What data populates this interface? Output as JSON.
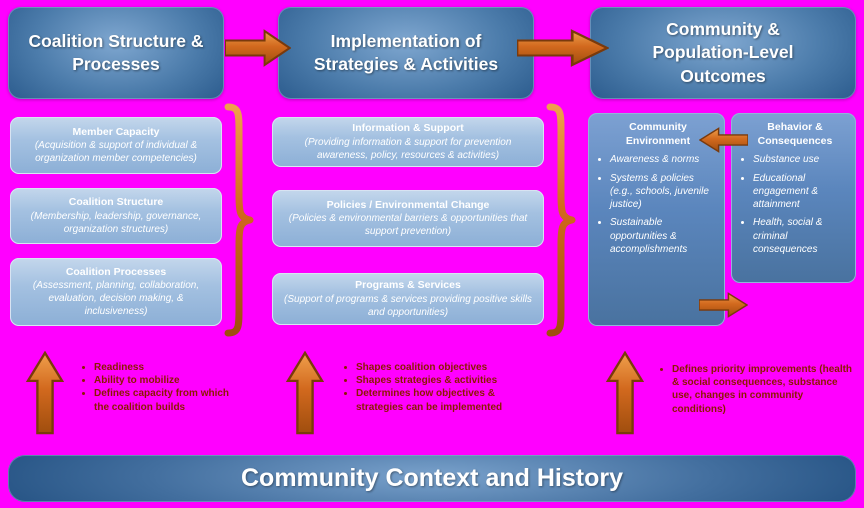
{
  "headers": [
    {
      "title": "Coalition Structure & Processes"
    },
    {
      "title": "Implementation of Strategies & Activities"
    },
    {
      "title": "Community & Population-Level Outcomes"
    }
  ],
  "structure_column": [
    {
      "title": "Member Capacity",
      "body": "(Acquisition & support of individual & organization member competencies)"
    },
    {
      "title": "Coalition Structure",
      "body": "(Membership, leadership, governance, organization structures)"
    },
    {
      "title": "Coalition Processes",
      "body": "(Assessment, planning, collaboration, evaluation, decision making, & inclusiveness)"
    }
  ],
  "implementation_column": [
    {
      "title": "Information & Support",
      "body": "(Providing information & support for prevention awareness, policy, resources & activities)"
    },
    {
      "title": "Policies / Environmental Change",
      "body": "(Policies & environmental barriers & opportunities that support prevention)"
    },
    {
      "title": "Programs & Services",
      "body": "(Support of programs & services providing positive skills and opportunities)"
    }
  ],
  "outcomes_column": {
    "community_environment": {
      "title": "Community Environment",
      "bullets": [
        "Awareness & norms",
        "Systems & policies (e.g., schools, juvenile justice)",
        "Sustainable opportunities & accomplishments"
      ]
    },
    "behavior_consequences": {
      "title": "Behavior & Consequences",
      "bullets": [
        "Substance use",
        "Educational engagement & attainment",
        "Health, social & criminal consequences"
      ]
    }
  },
  "arrow_notes": [
    {
      "bullets": [
        "Readiness",
        "Ability to mobilize",
        "Defines capacity from which the coalition builds"
      ]
    },
    {
      "bullets": [
        "Shapes coalition objectives",
        "Shapes strategies & activities",
        "Determines how objectives & strategies can be implemented"
      ]
    },
    {
      "bullets": [
        "Defines priority improvements (health & social consequences, substance use, changes in community conditions)"
      ]
    }
  ],
  "footer": {
    "title": "Community Context and History"
  },
  "colors": {
    "background": "#FF00FF",
    "arrow_orange": "#D2691E",
    "note_red": "#8B1A00",
    "header_blue": "#2d5d92",
    "light_box_blue": "#9cbcde",
    "deep_box_blue": "#5b86bd"
  }
}
